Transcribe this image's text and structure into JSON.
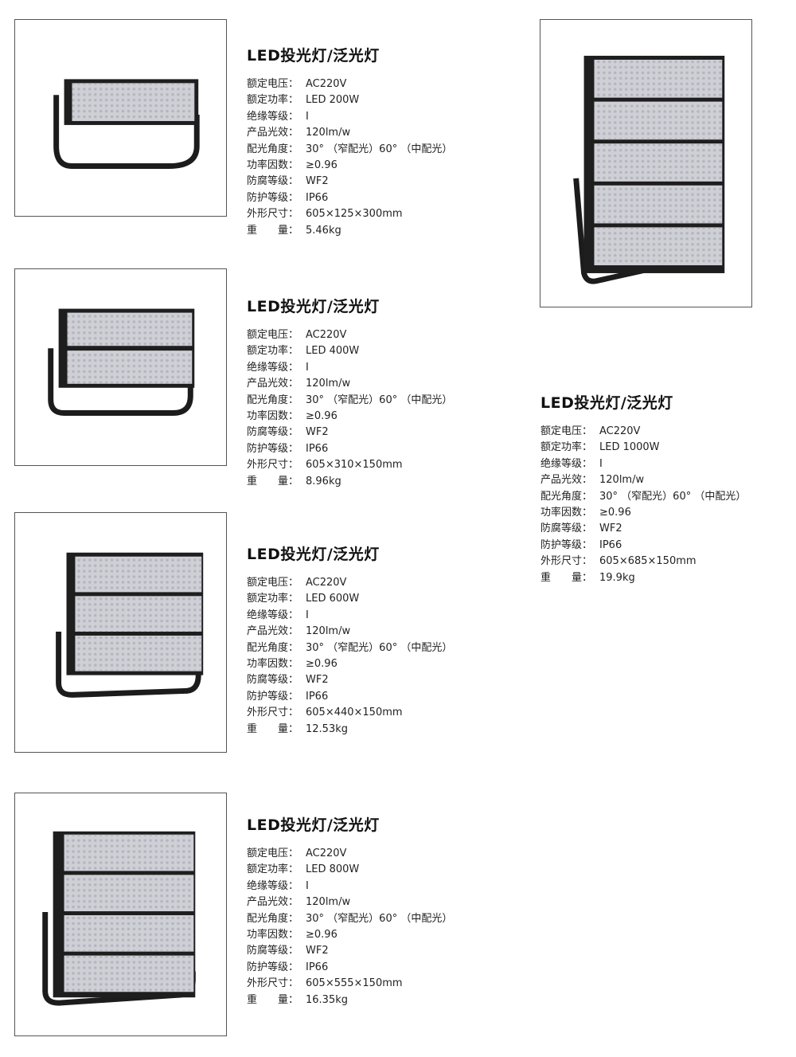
{
  "products": [
    {
      "id": "p200",
      "panels": 1,
      "title": "LED投光灯/泛光灯",
      "specs": [
        {
          "label": "额定电压：",
          "value": "AC220V"
        },
        {
          "label": "额定功率：",
          "value": "LED 200W"
        },
        {
          "label": "绝缘等级：",
          "value": "I"
        },
        {
          "label": "产品光效：",
          "value": "120lm/w"
        },
        {
          "label": "配光角度：",
          "value": "30° （窄配光）60° （中配光）"
        },
        {
          "label": "功率因数：",
          "value": "≥0.96"
        },
        {
          "label": "防腐等级：",
          "value": "WF2"
        },
        {
          "label": "防护等级：",
          "value": "IP66"
        },
        {
          "label": "外形尺寸：",
          "value": "605×125×300mm"
        },
        {
          "label": "重　　量：",
          "value": "5.46kg"
        }
      ]
    },
    {
      "id": "p400",
      "panels": 2,
      "title": "LED投光灯/泛光灯",
      "specs": [
        {
          "label": "额定电压：",
          "value": "AC220V"
        },
        {
          "label": "额定功率：",
          "value": "LED 400W"
        },
        {
          "label": "绝缘等级：",
          "value": "I"
        },
        {
          "label": "产品光效：",
          "value": "120lm/w"
        },
        {
          "label": "配光角度：",
          "value": "30° （窄配光）60° （中配光）"
        },
        {
          "label": "功率因数：",
          "value": "≥0.96"
        },
        {
          "label": "防腐等级：",
          "value": "WF2"
        },
        {
          "label": "防护等级：",
          "value": "IP66"
        },
        {
          "label": "外形尺寸：",
          "value": "605×310×150mm"
        },
        {
          "label": "重　　量：",
          "value": "8.96kg"
        }
      ]
    },
    {
      "id": "p600",
      "panels": 3,
      "title": "LED投光灯/泛光灯",
      "specs": [
        {
          "label": "额定电压：",
          "value": "AC220V"
        },
        {
          "label": "额定功率：",
          "value": "LED 600W"
        },
        {
          "label": "绝缘等级：",
          "value": "I"
        },
        {
          "label": "产品光效：",
          "value": "120lm/w"
        },
        {
          "label": "配光角度：",
          "value": "30° （窄配光）60° （中配光）"
        },
        {
          "label": "功率因数：",
          "value": "≥0.96"
        },
        {
          "label": "防腐等级：",
          "value": "WF2"
        },
        {
          "label": "防护等级：",
          "value": "IP66"
        },
        {
          "label": "外形尺寸：",
          "value": "605×440×150mm"
        },
        {
          "label": "重　　量：",
          "value": "12.53kg"
        }
      ]
    },
    {
      "id": "p800",
      "panels": 4,
      "title": "LED投光灯/泛光灯",
      "specs": [
        {
          "label": "额定电压：",
          "value": "AC220V"
        },
        {
          "label": "额定功率：",
          "value": "LED 800W"
        },
        {
          "label": "绝缘等级：",
          "value": "I"
        },
        {
          "label": "产品光效：",
          "value": "120lm/w"
        },
        {
          "label": "配光角度：",
          "value": "30° （窄配光）60° （中配光）"
        },
        {
          "label": "功率因数：",
          "value": "≥0.96"
        },
        {
          "label": "防腐等级：",
          "value": "WF2"
        },
        {
          "label": "防护等级：",
          "value": "IP66"
        },
        {
          "label": "外形尺寸：",
          "value": "605×555×150mm"
        },
        {
          "label": "重　　量：",
          "value": "16.35kg"
        }
      ]
    },
    {
      "id": "p1000",
      "panels": 5,
      "title": "LED投光灯/泛光灯",
      "specs": [
        {
          "label": "额定电压：",
          "value": "AC220V"
        },
        {
          "label": "额定功率：",
          "value": "LED 1000W"
        },
        {
          "label": "绝缘等级：",
          "value": "I"
        },
        {
          "label": "产品光效：",
          "value": "120lm/w"
        },
        {
          "label": "配光角度：",
          "value": "30° （窄配光）60° （中配光）"
        },
        {
          "label": "功率因数：",
          "value": "≥0.96"
        },
        {
          "label": "防腐等级：",
          "value": "WF2"
        },
        {
          "label": "防护等级：",
          "value": "IP66"
        },
        {
          "label": "外形尺寸：",
          "value": "605×685×150mm"
        },
        {
          "label": "重　　量：",
          "value": "19.9kg"
        }
      ]
    }
  ]
}
